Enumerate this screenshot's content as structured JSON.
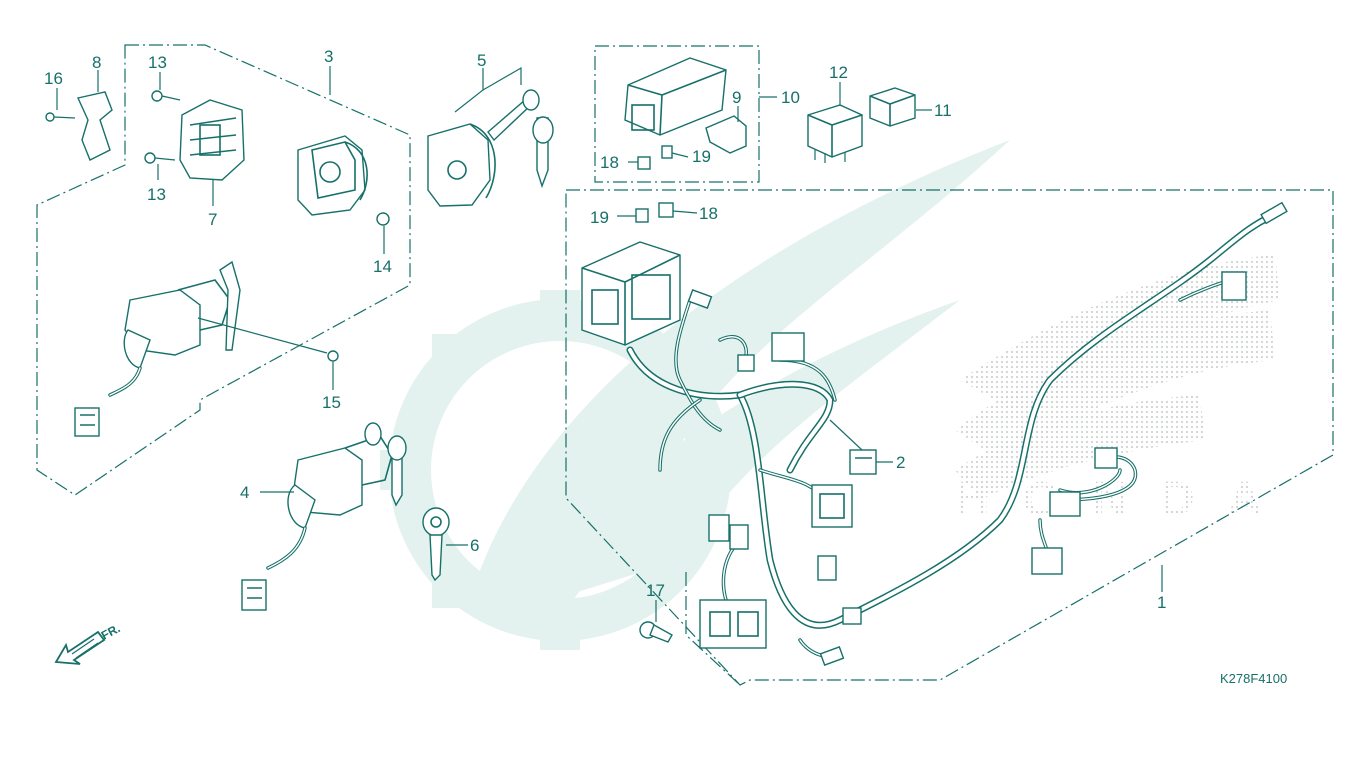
{
  "brand": {
    "colors": {
      "ink": "#17706a",
      "watermark": "#e3f2ee",
      "dots": "#cfd3d2"
    },
    "watermark_word": "HONDA"
  },
  "diagram_code": "K278F4100",
  "direction_label": "FR.",
  "callouts": {
    "p1": "1",
    "p2": "2",
    "p3": "3",
    "p4": "4",
    "p5": "5",
    "p6": "6",
    "p7": "7",
    "p8": "8",
    "p9": "9",
    "p10": "10",
    "p11": "11",
    "p12": "12",
    "p13a": "13",
    "p13b": "13",
    "p14": "14",
    "p15": "15",
    "p16": "16",
    "p17": "17",
    "p18a": "18",
    "p18b": "18",
    "p19a": "19",
    "p19b": "19"
  },
  "icons": {
    "arrow": "front-direction-arrow-icon",
    "watermark": "honda-wing-logo-icon"
  }
}
